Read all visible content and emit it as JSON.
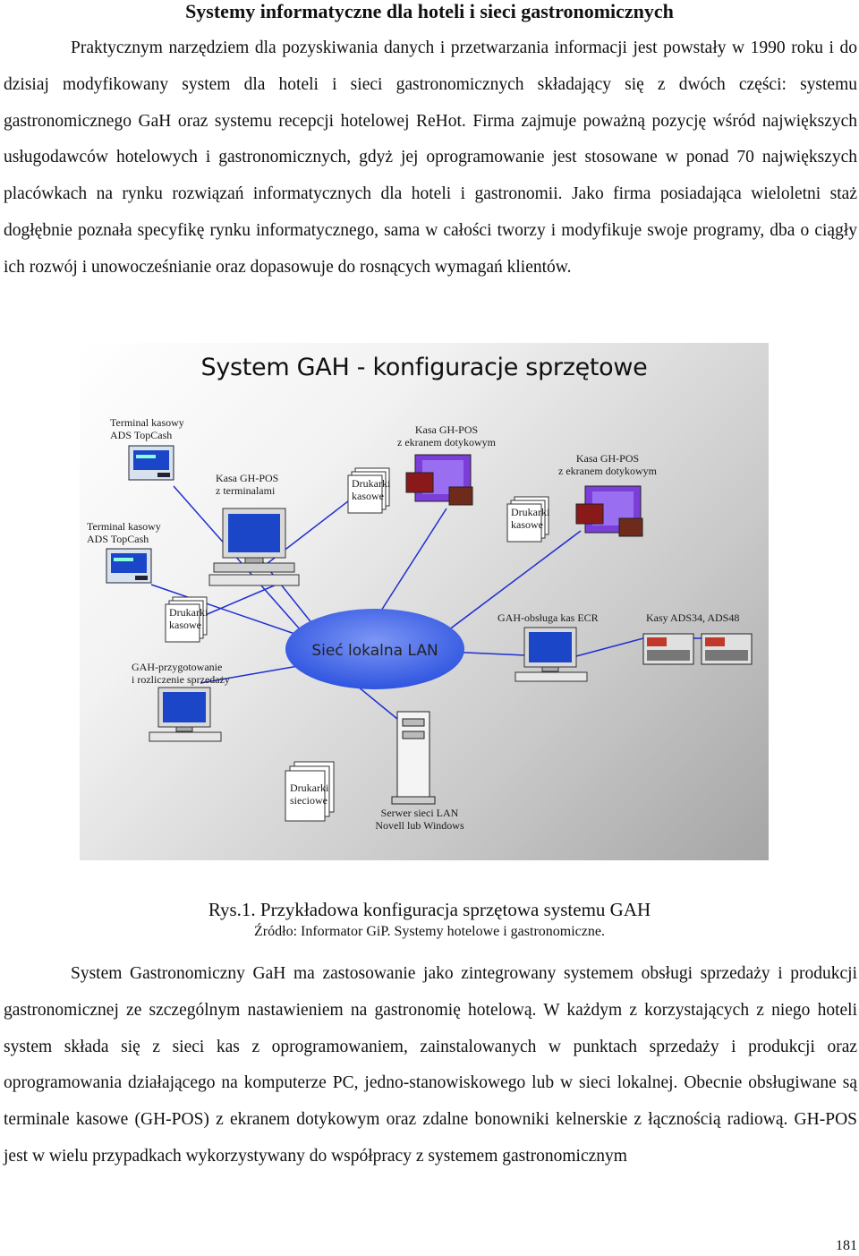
{
  "title": "Systemy informatyczne dla hoteli i sieci gastronomicznych",
  "paragraphs": {
    "p1": "Praktycznym narzędziem dla pozyskiwania danych i przetwarzania informacji jest powstały w 1990 roku i do dzisiaj modyfikowany system dla hoteli i sieci gastronomicznych składający się z dwóch części: systemu gastronomicznego GaH oraz systemu recepcji hotelowej ReHot. Firma zajmuje poważną pozycję wśród największych usługodawców hotelowych i gastronomicznych, gdyż jej oprogramowanie jest stosowane w ponad 70 największych placówkach na rynku rozwiązań informatycznych dla hoteli i gastronomii. Jako firma posiadająca wieloletni staż dogłębnie poznała specyfikę rynku informatycznego, sama w całości tworzy i modyfikuje swoje programy, dba o ciągły ich rozwój i unowocześnianie oraz dopasowuje do rosnących wymagań klientów.",
    "p2": "System Gastronomiczny GaH  ma zastosowanie jako zintegrowany systemem obsługi sprzedaży i produkcji gastronomicznej ze szczególnym nastawieniem na gastronomię hotelową. W każdym z korzystających z niego hoteli system składa się z sieci kas z oprogramowaniem, zainstalowanych w punktach sprzedaży i produkcji oraz oprogramowania działającego na komputerze PC, jedno-stanowiskowego lub w sieci lokalnej. Obecnie obsługiwane są terminale kasowe (GH-POS) z ekranem dotykowym oraz zdalne bonowniki kelnerskie z łącznością radiową. GH-POS jest w wielu przypadkach wykorzystywany do współpracy z systemem gastronomicznym"
  },
  "figure": {
    "title": "System GAH - konfiguracje sprzętowe",
    "lan": "Sieć lokalna LAN",
    "labels": {
      "terminal1_l1": "Terminal kasowy",
      "terminal1_l2": "ADS TopCash",
      "terminal2_l1": "Terminal kasowy",
      "terminal2_l2": "ADS TopCash",
      "kasa_term_l1": "Kasa GH-POS",
      "kasa_term_l2": "z terminalami",
      "kasa_touch1_l1": "Kasa GH-POS",
      "kasa_touch1_l2": "z ekranem dotykowym",
      "kasa_touch2_l1": "Kasa GH-POS",
      "kasa_touch2_l2": "z ekranem dotykowym",
      "drukarki1_l1": "Drukarki",
      "drukarki1_l2": "kasowe",
      "drukarki2_l1": "Drukarki",
      "drukarki2_l2": "kasowe",
      "drukarki3_l1": "Drukarki",
      "drukarki3_l2": "kasowe",
      "drukarki_siec_l1": "Drukarki",
      "drukarki_siec_l2": "sieciowe",
      "gah_ecr": "GAH-obsługa kas ECR",
      "kasy_ads": "Kasy ADS34, ADS48",
      "gah_przyg_l1": "GAH-przygotowanie",
      "gah_przyg_l2": "i rozliczenie sprzedaży",
      "server_l1": "Serwer sieci LAN",
      "server_l2": "Novell lub Windows"
    }
  },
  "caption": "Rys.1. Przykładowa konfiguracja sprzętowa systemu GAH",
  "source": "Źródło: Informator GiP. Systemy hotelowe i gastronomiczne.",
  "page_number": "181",
  "colors": {
    "lan_ellipse": "#2f55e0",
    "monitor_screen": "#1b46c8",
    "touch_screen": "#7c3ed8",
    "cable": "#1e2fd0"
  }
}
